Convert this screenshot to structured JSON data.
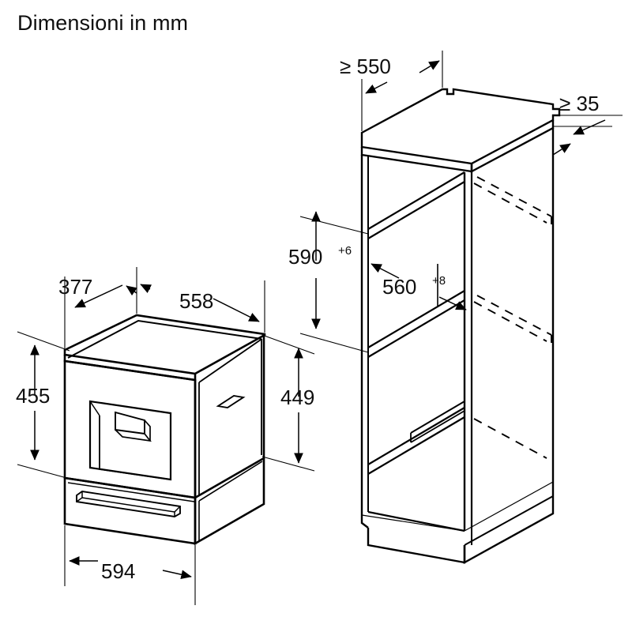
{
  "page": {
    "title": "Dimensioni in mm",
    "language": "it",
    "background_color": "#ffffff",
    "line_color": "#000000",
    "text_color": "#0f0f0f"
  },
  "appliance": {
    "name": "built-in-coffee-machine",
    "dimensions": {
      "depth_label": "377",
      "width_top_label": "558",
      "height_total_label": "455",
      "height_body_label": "449",
      "width_front_label": "594"
    },
    "parts": {
      "top_panel": "top-panel",
      "dispenser_recess": "dispenser-recess",
      "side_handle": "side-handle-slot",
      "drawer": "bottom-drawer",
      "drawer_handle": "drawer-handle"
    }
  },
  "cabinet": {
    "name": "installation-niche-cabinet",
    "dimensions": {
      "depth_label": "≥ 550",
      "rear_gap_label": "≥ 35",
      "niche_height_value": "590",
      "niche_height_tolerance": "+6",
      "niche_width_value": "560",
      "niche_width_tolerance": "+8"
    },
    "parts": {
      "top_panel": "cabinet-top-panel",
      "shelf_upper": "cabinet-shelf-upper",
      "shelf_lower": "cabinet-shelf-lower",
      "plinth": "cabinet-plinth",
      "hidden_edges": "hidden-shelf-edges"
    }
  },
  "dimension_labels": [
    {
      "id": "depth-377",
      "text": "377",
      "superscript": ""
    },
    {
      "id": "width-558",
      "text": "558",
      "superscript": ""
    },
    {
      "id": "height-455",
      "text": "455",
      "superscript": ""
    },
    {
      "id": "height-449",
      "text": "449",
      "superscript": ""
    },
    {
      "id": "width-594",
      "text": "594",
      "superscript": ""
    },
    {
      "id": "depth-min-550",
      "text": "≥ 550",
      "superscript": ""
    },
    {
      "id": "gap-min-35",
      "text": "≥ 35",
      "superscript": ""
    },
    {
      "id": "niche-height-590",
      "text": "590",
      "superscript": "+6"
    },
    {
      "id": "niche-width-560",
      "text": "560",
      "superscript": "+8"
    }
  ]
}
